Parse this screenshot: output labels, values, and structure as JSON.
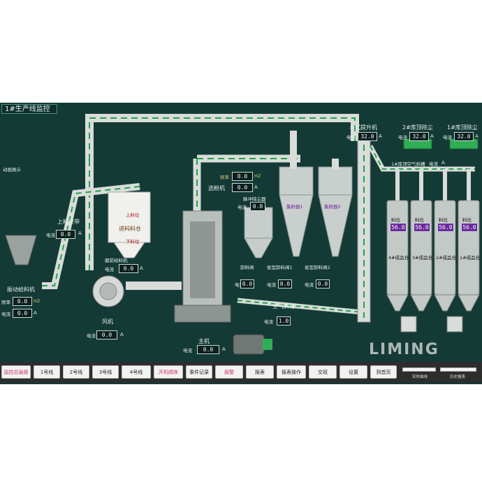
{
  "window": {
    "title": "1#生产线监控",
    "side_label": "动画展示"
  },
  "devices": {
    "feeder_hopper": "振动给料机",
    "belt": "上料皮带",
    "belt_current": {
      "label": "电流",
      "value": "0.0",
      "unit": "A"
    },
    "feeder_freq": {
      "label": "频率",
      "value": "0.0",
      "unit": "HZ"
    },
    "feeder_current": {
      "label": "电流",
      "value": "0.0",
      "unit": "A"
    },
    "feed_bin": "进料料仓",
    "bin_upper": "上料位",
    "bin_lower": "下料位",
    "mill_feeder": "磨前给料机",
    "mill_feeder_current": {
      "label": "电流",
      "value": "0.0",
      "unit": "A"
    },
    "blower": "风机",
    "blower_current": {
      "label": "电流",
      "value": "0.0",
      "unit": "A"
    },
    "main_motor": "主机",
    "main_current": {
      "label": "电流",
      "value": "0.0",
      "unit": "A"
    },
    "classifier": "选粉机",
    "classifier_freq": {
      "label": "频率",
      "value": "0.0",
      "unit": "HZ"
    },
    "classifier_current": {
      "label": "电流",
      "value": "0.0",
      "unit": "A"
    },
    "pulse_collector": "脉冲除尘器",
    "pulse_current": {
      "label": "电流",
      "value": "0.0"
    },
    "unload_valve": "卸料阀",
    "unload_current": {
      "label": "电流",
      "value": "0.0"
    },
    "star_valve_1": "星型卸料阀1",
    "star_valve_1_current": {
      "label": "电流",
      "value": "0.0"
    },
    "star_valve_2": "星型卸料阀2",
    "star_valve_2_current": {
      "label": "电流",
      "value": "0.0"
    },
    "cyclone_1": "集粉器1",
    "cyclone_2": "集粉器2",
    "air_slide": "空气斜槽",
    "air_slide_current": {
      "label": "电流",
      "value": "1.0"
    },
    "elevator": "斗式提升机",
    "elevator_current": {
      "label": "电流",
      "value": "32.0",
      "unit": "A"
    },
    "dust_2": "2#库顶除尘",
    "dust_2_current": {
      "label": "电流",
      "value": "32.0",
      "unit": "A"
    },
    "dust_1": "1#库顶除尘",
    "dust_1_current": {
      "label": "电流",
      "value": "32.0",
      "unit": "A"
    },
    "storage_slide": "1#库顶空气斜槽",
    "storage_slide_current": {
      "label": "电流",
      "unit": "A"
    },
    "material_label": "料位",
    "silos": [
      {
        "name": "4#成品仓",
        "level": "56.0"
      },
      {
        "name": "3#成品仓",
        "level": "56.0"
      },
      {
        "name": "2#成品仓",
        "level": "56.0"
      },
      {
        "name": "1#成品仓",
        "level": "56.0"
      }
    ]
  },
  "toolbar": {
    "buttons": [
      "监控总画面",
      "1号线",
      "2号线",
      "3号线",
      "4号线",
      "开机顺序",
      "事件记录",
      "报警",
      "报表",
      "报表操作",
      "交班",
      "设置",
      "到首页"
    ],
    "realtime_curve": "实时曲线",
    "history_report": "历史报表"
  },
  "brand": {
    "name": "LIMING"
  },
  "colors": {
    "background": "#143a36",
    "pipe": "#d9dcd9",
    "flow": "#1fa34a",
    "pink": "#d2316d",
    "silo_label": "#6c2a9e"
  }
}
